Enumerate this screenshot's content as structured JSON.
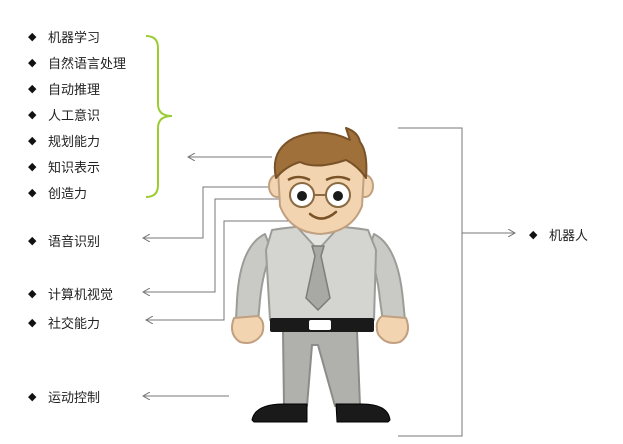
{
  "abilities": [
    {
      "label": "机器学习"
    },
    {
      "label": "自然语言处理"
    },
    {
      "label": "自动推理"
    },
    {
      "label": "人工意识"
    },
    {
      "label": "规划能力"
    },
    {
      "label": "知识表示"
    },
    {
      "label": "创造力"
    }
  ],
  "senses": {
    "speech": "语音识别",
    "vision": "计算机视觉",
    "social": "社交能力",
    "motion": "运动控制"
  },
  "robot": {
    "label": "机器人"
  },
  "bullet": "◆",
  "colors": {
    "brace": "#9acd32",
    "line": "#777777",
    "hair": "#a0703a",
    "skin": "#f2d5b0",
    "shirt": "#d4d4d0",
    "tie": "#a8a8a4",
    "pants": "#b0b0ac",
    "shoe": "#1a1a1a"
  }
}
